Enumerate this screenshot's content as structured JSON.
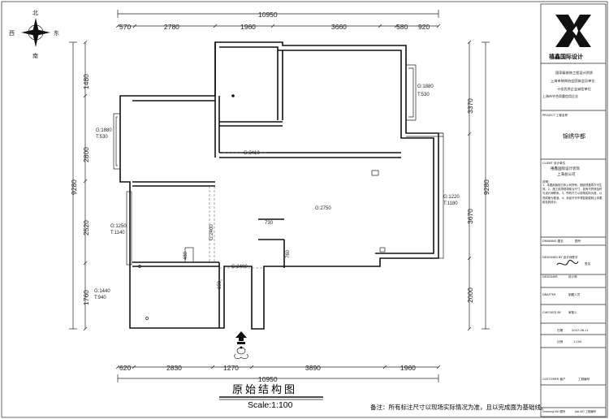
{
  "compass": {
    "north": "北",
    "south": "南",
    "east": "东",
    "west": "西"
  },
  "dimensions": {
    "top_total": "10950",
    "top_segments": [
      "570",
      "2780",
      "1960",
      "3660",
      "580",
      "920"
    ],
    "bottom_total": "10950",
    "bottom_segments": [
      "620",
      "2830",
      "1270",
      "3890",
      "1960"
    ],
    "left_total": "9280",
    "left_segments": [
      "1480",
      "2800",
      "2520",
      "1760"
    ],
    "right_total": "9280",
    "right_segments": [
      "3370",
      "3670",
      "2000"
    ]
  },
  "annotations": {
    "window_left_top": {
      "line1": "G:1880",
      "line2": "T:530"
    },
    "window_right_top": {
      "line1": "G:1880",
      "line2": "T:530"
    },
    "window_left_mid": {
      "line1": "G:1250",
      "line2": "T:1140"
    },
    "window_left_bottom": {
      "line1": "G:1440",
      "line2": "T:940"
    },
    "window_right_mid": {
      "line1": "G:1220",
      "line2": "T:1180"
    },
    "beam_2410": "G:2410",
    "height_2750": "G:2750",
    "beam_2400_vertical": "G:2400",
    "beam_2400_bottom": "G:2400",
    "dim_730": "730",
    "dim_760": "760",
    "dim_480": "480",
    "dim_690": "690"
  },
  "caption": {
    "title": "原始结构图",
    "scale": "Scale:1:100",
    "note": "备注：所有标注尺寸以现场实际情况为准，且以完成面为基础线。"
  },
  "title_block": {
    "company": "禧鑫国际设计",
    "honors": [
      "国家级装饰工程设计资质",
      "上海市装饰协会团体会员单位",
      "十佳优秀企业诚信单位",
      "上海市守合同重信用企业"
    ],
    "project_label": "PROJECT 工程名称",
    "project_name": "锦绣华都",
    "client_label": "CLIENT 设计单位",
    "client_company": "禧鑫国际设计装饰",
    "client_company_2": "上海总公司",
    "notes_label": "说明：",
    "notes": "1、本图纸版权归本公司所有，图纸须盖章方可生效。2、施工前须现场核对尺寸，如有不符请及时与设计师联系。3、所有尺寸以现场实际为准，以完成面为基准。4、未经许可不得复制或转让本图纸及其设计。",
    "drawing_label": "DRAWING 图名",
    "drawing_value": "图号",
    "sign_label": "DESIGNED BY 设计师签字",
    "sign_value": "签名",
    "designer_label": "DESIGNER",
    "designer_value": "设计师",
    "drafter_label": "DRAFTER",
    "drafter_value": "制图人员",
    "checker_label": "CHECKED BY",
    "checker_value": "审核人",
    "date_label": "日期",
    "date_value": "2007-06-11",
    "scale_label": "比例",
    "scale_value": "1:100",
    "sheet_label": "CUSTOMER 客户",
    "sheet_value": "工程编号",
    "footer_left": "Drawing NO 图号",
    "footer_right": "Job NO 工程编号"
  }
}
